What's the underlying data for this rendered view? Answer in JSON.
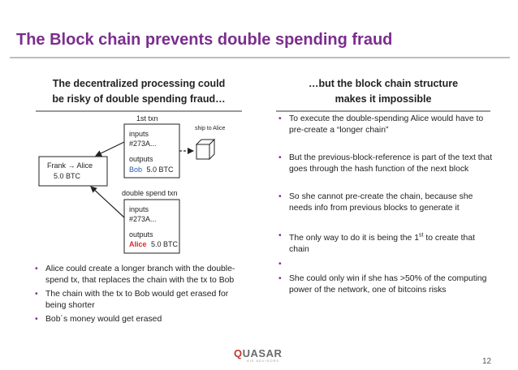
{
  "slide": {
    "title": "The Block chain prevents double spending fraud",
    "page_number": "12",
    "logo": {
      "first_letter": "Q",
      "rest": "UASAR",
      "tagline": "AIS ADVISORS"
    }
  },
  "left": {
    "header_line1": "The decentralized processing could",
    "header_line2": "be risky of double spending fraud…",
    "bullets": [
      "Alice could create a longer branch with the double-spend tx, that replaces the chain with the tx to Bob",
      "The chain with the tx to Bob would get erased for being shorter",
      "Bob´s money would get erased"
    ]
  },
  "right": {
    "header_line1": "…but the block chain structure",
    "header_line2": "makes it impossible",
    "bullets": [
      "To execute the double-spending Alice would have to pre-create a “longer chain”",
      "But the previous-block-reference is part of the text that goes through the hash function of the next block",
      "So she cannot pre-create the chain, because she needs info from previous blocks to generate it",
      "The only way to do it is being the 1st to create that chain",
      "",
      "She could only win if she has >50% of the computing power of the network, one of bitcoins risks"
    ]
  },
  "diagram": {
    "origin_line1": "Frank → Alice",
    "origin_line2": "5.0 BTC",
    "txn1": {
      "title": "1st txn",
      "inputs_label": "inputs",
      "inputs_value": "#273A...",
      "outputs_label": "outputs",
      "recipient": "Bob",
      "amount": "5.0 BTC"
    },
    "txn2": {
      "title": "double spend txn",
      "inputs_label": "inputs",
      "inputs_value": "#273A...",
      "outputs_label": "outputs",
      "recipient": "Alice",
      "amount": "5.0 BTC"
    },
    "ship_label": "ship to Alice"
  },
  "colors": {
    "title": "#7b2d8e",
    "bob": "#2a5db0",
    "alice": "#d62b2b",
    "bullet": "#7b2d8e"
  }
}
